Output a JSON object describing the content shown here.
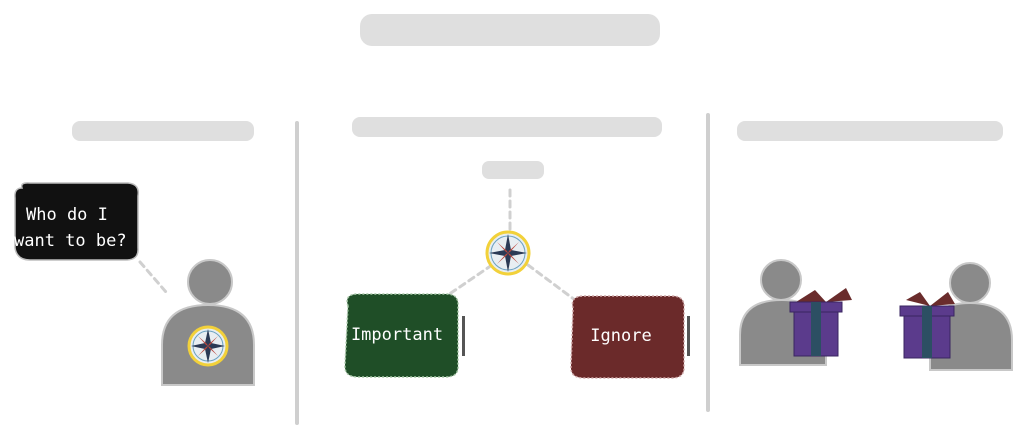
{
  "speech_bubble": {
    "line1": "Who do I",
    "line2": "want to be?"
  },
  "boxes": {
    "important_label": "Important",
    "ignore_label": "Ignore"
  },
  "colors": {
    "person_fill": "#8a8a8a",
    "person_stroke": "#c8c8c8",
    "bubble_fill": "#111111",
    "important_fill": "#1f4e27",
    "ignore_fill": "#6b2a2a",
    "divider": "#cfcfcf",
    "heading_text": "#d4d4d4",
    "compass_ring": "#f2d13a",
    "gift_box": "#5b3b8c",
    "gift_ribbon": "#2c4f63",
    "gift_bow": "#6a2c2c"
  }
}
